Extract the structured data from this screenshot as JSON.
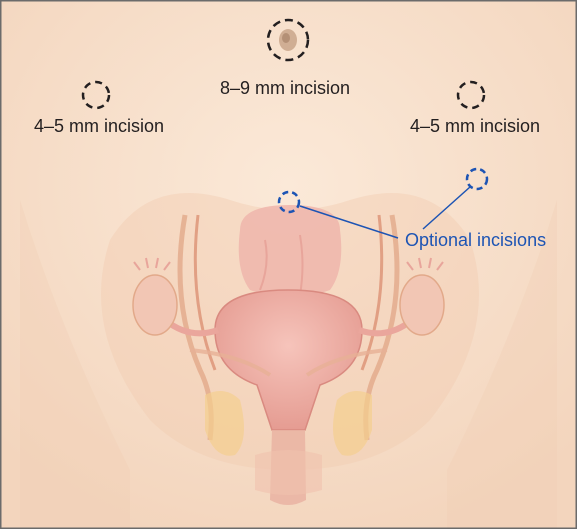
{
  "labels": {
    "umbilical": "8–9 mm incision",
    "left": "4–5 mm incision",
    "right": "4–5 mm incision",
    "optional": "Optional incisions"
  },
  "colors": {
    "background": "#fdf1e4",
    "skin": "#f6dcc6",
    "border": "#6b6b6b",
    "incision_marker": "#231f20",
    "optional_marker": "#1d54b4",
    "uterus": "#eda8a0",
    "ovary": "#f2c6b4",
    "vessel": "#d9876a"
  },
  "icons": {
    "umbilicus": "navel-icon",
    "incision": "dashed-circle-icon"
  }
}
